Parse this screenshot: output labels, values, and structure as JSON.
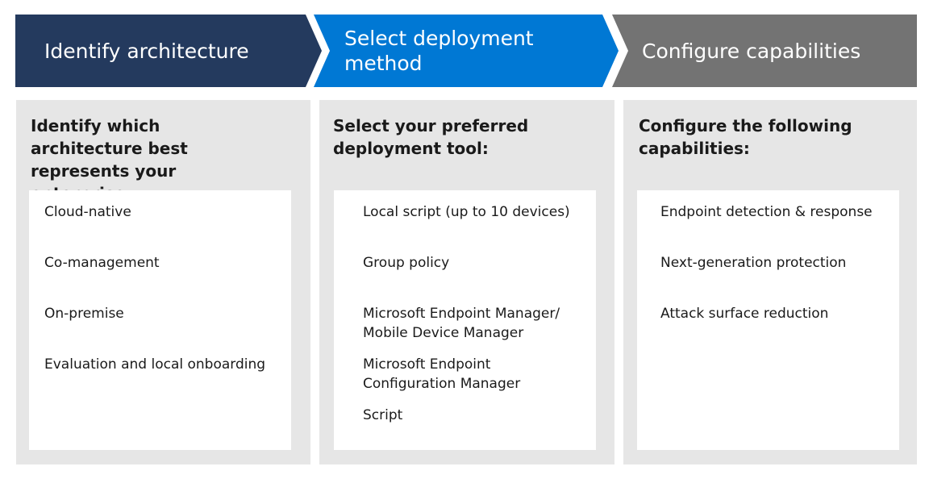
{
  "steps": [
    {
      "label": "Identify architecture",
      "color": "#243a5e"
    },
    {
      "label": "Select deployment method",
      "color": "#0078d4"
    },
    {
      "label": "Configure capabilities",
      "color": "#737373"
    }
  ],
  "panels": [
    {
      "heading": "Identify which architecture best represents your enterprise:",
      "items": [
        "Cloud-native",
        "Co-management",
        "On-premise",
        "Evaluation and local onboarding"
      ]
    },
    {
      "heading": "Select your preferred deployment tool:",
      "items": [
        "Local script (up to 10 devices)",
        "Group policy",
        "Microsoft Endpoint Manager/\nMobile Device Manager",
        "Microsoft Endpoint\nConfiguration Manager",
        "Script"
      ]
    },
    {
      "heading": "Configure the following capabilities:",
      "items": [
        "Endpoint detection & response",
        "Next-generation protection",
        "Attack surface reduction"
      ]
    }
  ],
  "colors": {
    "panel_background": "#e6e6e6",
    "list_background": "#ffffff"
  }
}
